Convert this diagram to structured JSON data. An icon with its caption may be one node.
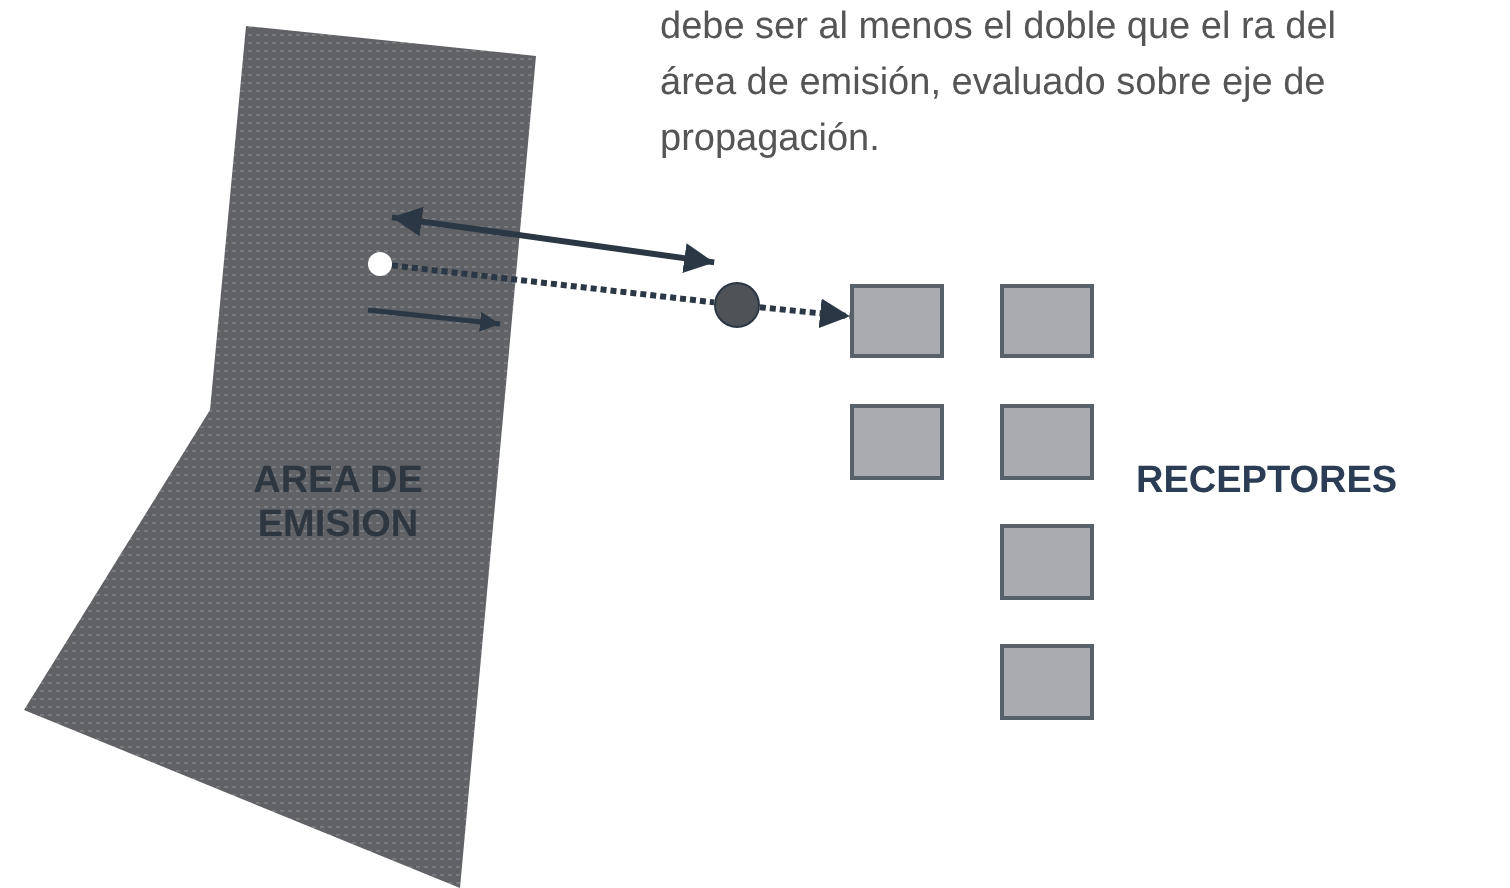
{
  "diagram": {
    "nodes": [
      {
        "text": [
          "AREA DE EMISION"
        ]
      },
      {
        "text": [],
        "shape": "circle",
        "in": 0
      },
      {
        "text": [],
        "shape": "circle"
      },
      {
        "text": [],
        "shape": "box"
      },
      {
        "text": [],
        "shape": "box"
      },
      {
        "text": [],
        "shape": "box"
      },
      {
        "text": [],
        "shape": "box"
      },
      {
        "text": [],
        "shape": "box"
      },
      {
        "text": [],
        "shape": "box"
      }
    ],
    "edges": [
      {
        "from": 1,
        "to": 2,
        "arrow": "none",
        "style": "dashed"
      },
      {
        "from": 2,
        "to": 3,
        "arrow": "to",
        "style": "dashed"
      },
      {
        "from": 1,
        "to": 2,
        "arrow": "both"
      }
    ],
    "labels": [
      "debe ser al menos el doble que el ra del área de emisión, evaluado sobre eje de propagación.",
      "RECEPTORES"
    ]
  }
}
